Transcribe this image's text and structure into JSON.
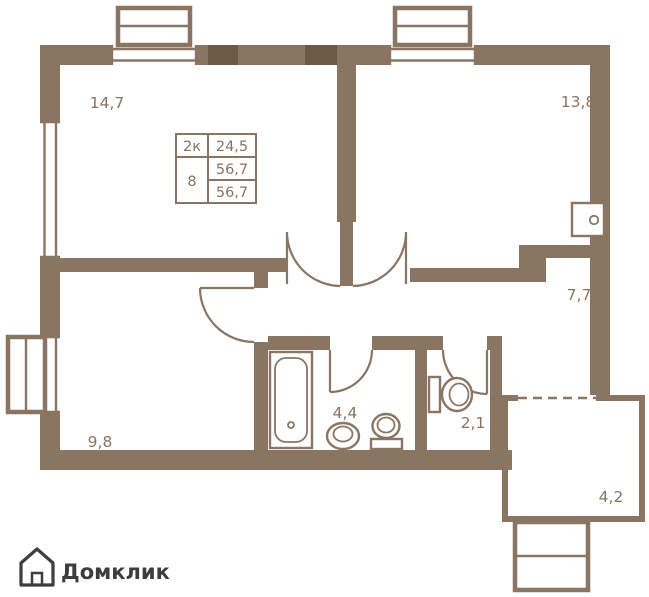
{
  "colors": {
    "wall": "#8a7462",
    "wall_dark": "#6e5947",
    "logo": "#3d3d3d"
  },
  "logo": {
    "text": "Домклик"
  },
  "info_table": {
    "type": "2к",
    "floor": "8",
    "area_living": "24,5",
    "area_total": "56,7",
    "area_total2": "56,7"
  },
  "areas": {
    "top_left_room": "14,7",
    "top_right_room": "13,8",
    "hallway": "7,7",
    "bottom_left_room": "9,8",
    "bathroom": "4,4",
    "wc": "2,1",
    "balcony": "4,2"
  },
  "icons": [
    "domclick-house-icon",
    "bathtub-icon",
    "sink-icon",
    "toilet-icon",
    "wc-toilet-icon",
    "kitchen-sink-icon"
  ]
}
